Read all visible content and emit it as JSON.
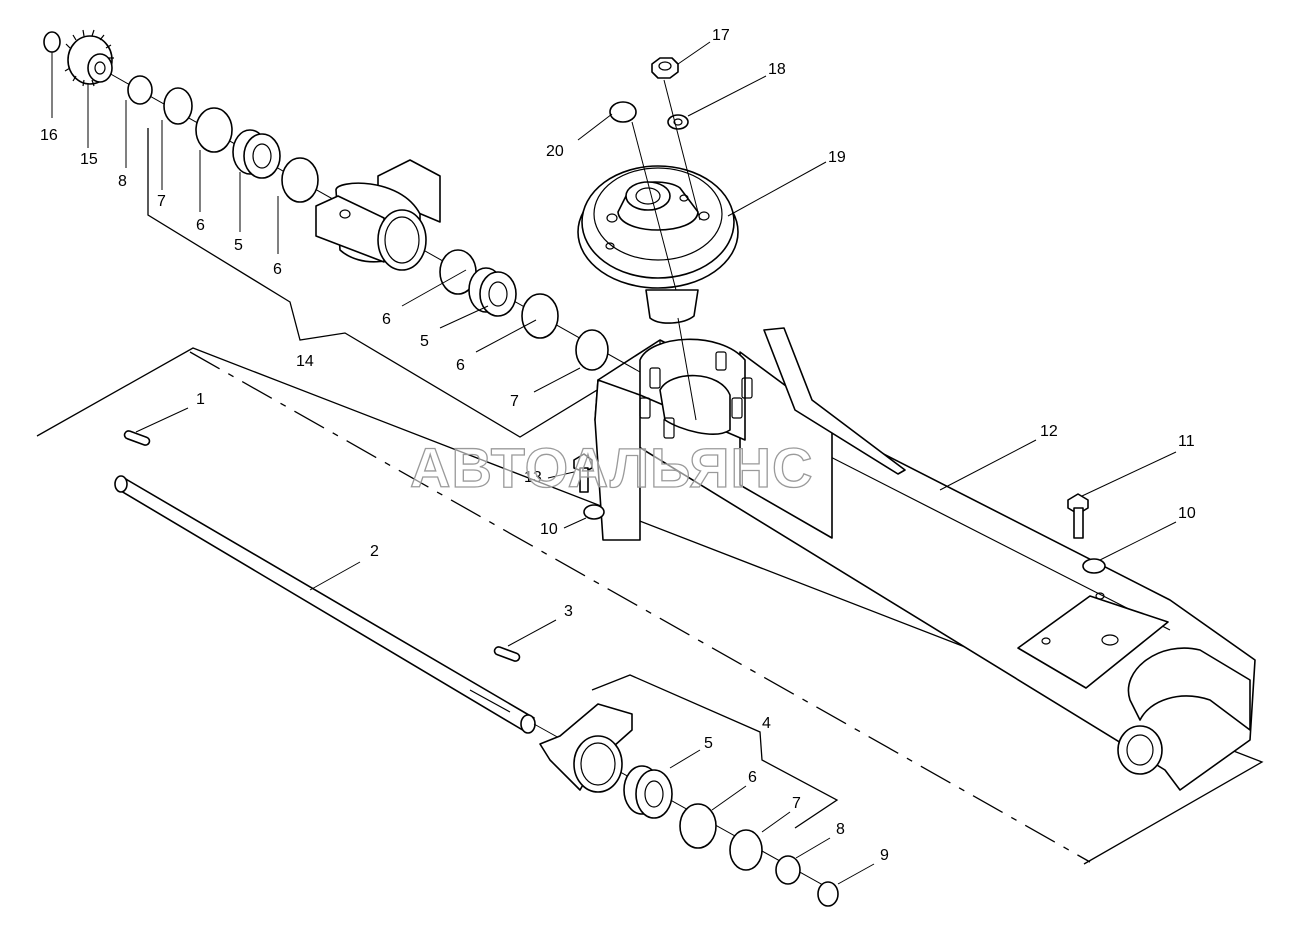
{
  "watermark": "АВТОАЛЬЯНС",
  "callouts": {
    "c1": "1",
    "c2": "2",
    "c3": "3",
    "c4": "4",
    "c5a": "5",
    "c5b": "5",
    "c5c": "5",
    "c6a": "6",
    "c6b": "6",
    "c6c": "6",
    "c6d": "6",
    "c6e": "6",
    "c7a": "7",
    "c7b": "7",
    "c7c": "7",
    "c8a": "8",
    "c8b": "8",
    "c9": "9",
    "c10a": "10",
    "c10b": "10",
    "c11": "11",
    "c12": "12",
    "c13": "13",
    "c14": "14",
    "c15": "15",
    "c16": "16",
    "c17": "17",
    "c18": "18",
    "c19": "19",
    "c20": "20"
  }
}
